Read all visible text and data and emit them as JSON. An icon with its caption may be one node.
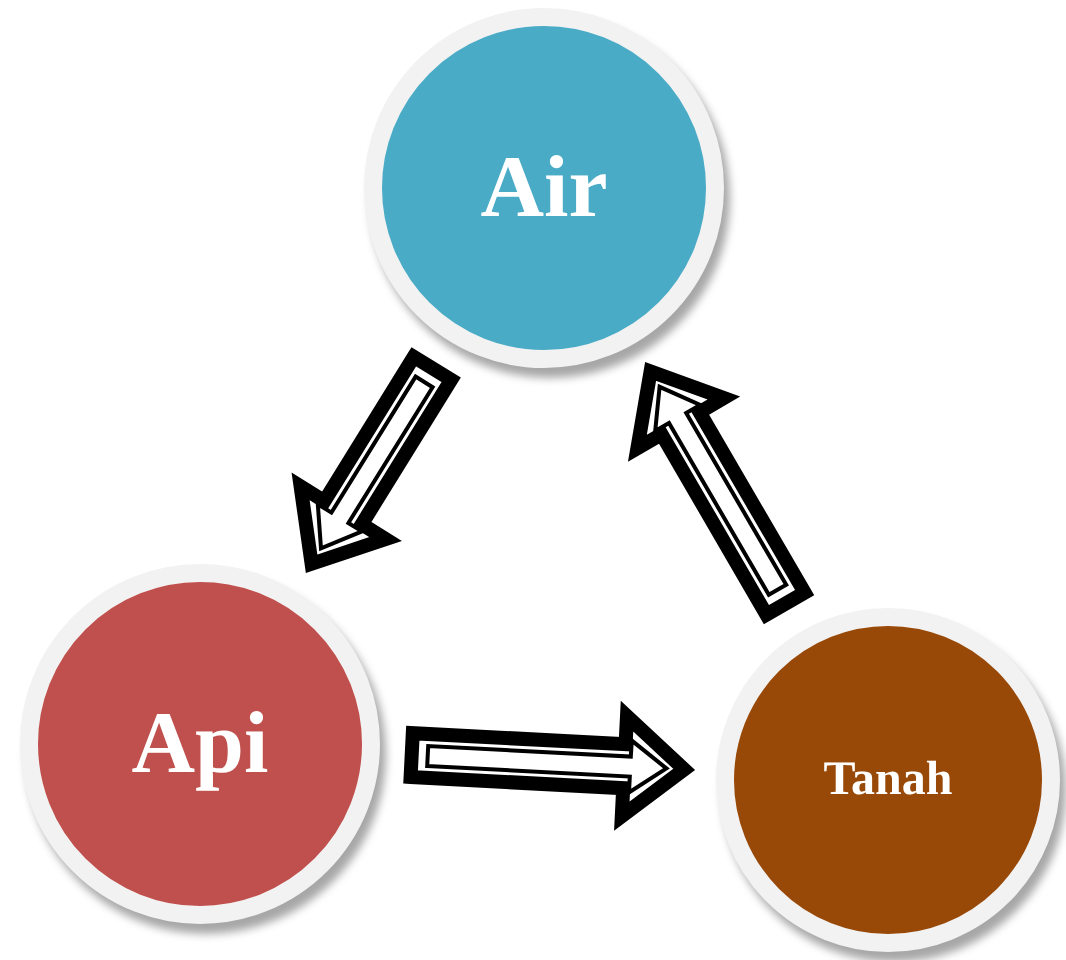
{
  "diagram": {
    "nodes": [
      {
        "text": [
          "Air"
        ]
      },
      {
        "text": [
          "Api"
        ]
      },
      {
        "text": [
          "Tanah"
        ]
      }
    ],
    "edges": [
      {
        "from": 0,
        "to": 1,
        "arrow": "to"
      },
      {
        "from": 1,
        "to": 2,
        "arrow": "to"
      },
      {
        "from": 2,
        "to": 0,
        "arrow": "to"
      }
    ]
  }
}
